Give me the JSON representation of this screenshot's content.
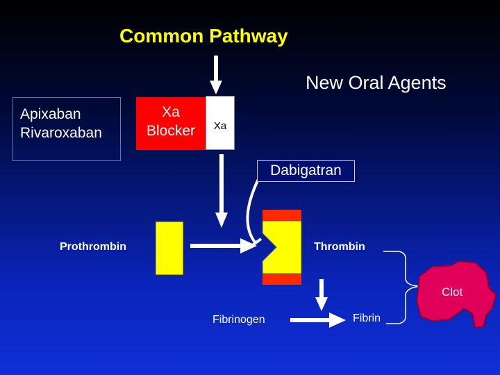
{
  "title": "Common Pathway",
  "subtitle": "New Oral Agents",
  "drugs": {
    "line1": "Apixaban",
    "line2": "Rivaroxaban"
  },
  "blocker": {
    "line1": "Xa",
    "line2": "Blocker"
  },
  "factor": "Xa",
  "dabigatran": "Dabigatran",
  "prothrombin": "Prothrombin",
  "thrombin": "Thrombin",
  "clot": "Clot",
  "fibrinogen": "Fibrinogen",
  "fibrin": "Fibrin",
  "colors": {
    "title": "#ffff00",
    "prothrombin_shape": "#ffff00",
    "thrombin_ends": "#ff2a00",
    "blocker": "#ff0000",
    "clot": "#e0005a"
  }
}
